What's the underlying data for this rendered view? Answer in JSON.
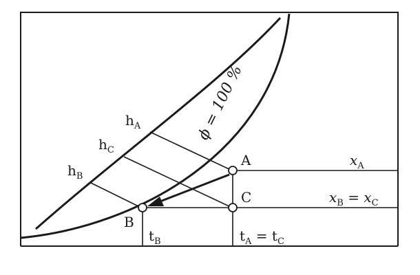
{
  "diagram": {
    "curve_label": "ϕ = 100 %",
    "enthalpy_labels": [
      {
        "base": "h",
        "sub": "A"
      },
      {
        "base": "h",
        "sub": "C"
      },
      {
        "base": "h",
        "sub": "B"
      }
    ],
    "point_labels": {
      "A": "A",
      "B": "B",
      "C": "C"
    },
    "humidity_labels": {
      "xA": {
        "base": "x",
        "sub": "A"
      },
      "xB_eq_xC": {
        "base1": "x",
        "sub1": "B",
        "eq": " = ",
        "base2": "x",
        "sub2": "C"
      }
    },
    "temperature_labels": {
      "tB": {
        "base": "t",
        "sub": "B"
      },
      "tA_eq_tC": {
        "base1": "t",
        "sub1": "A",
        "eq": " = ",
        "base2": "t",
        "sub2": "C"
      }
    }
  }
}
